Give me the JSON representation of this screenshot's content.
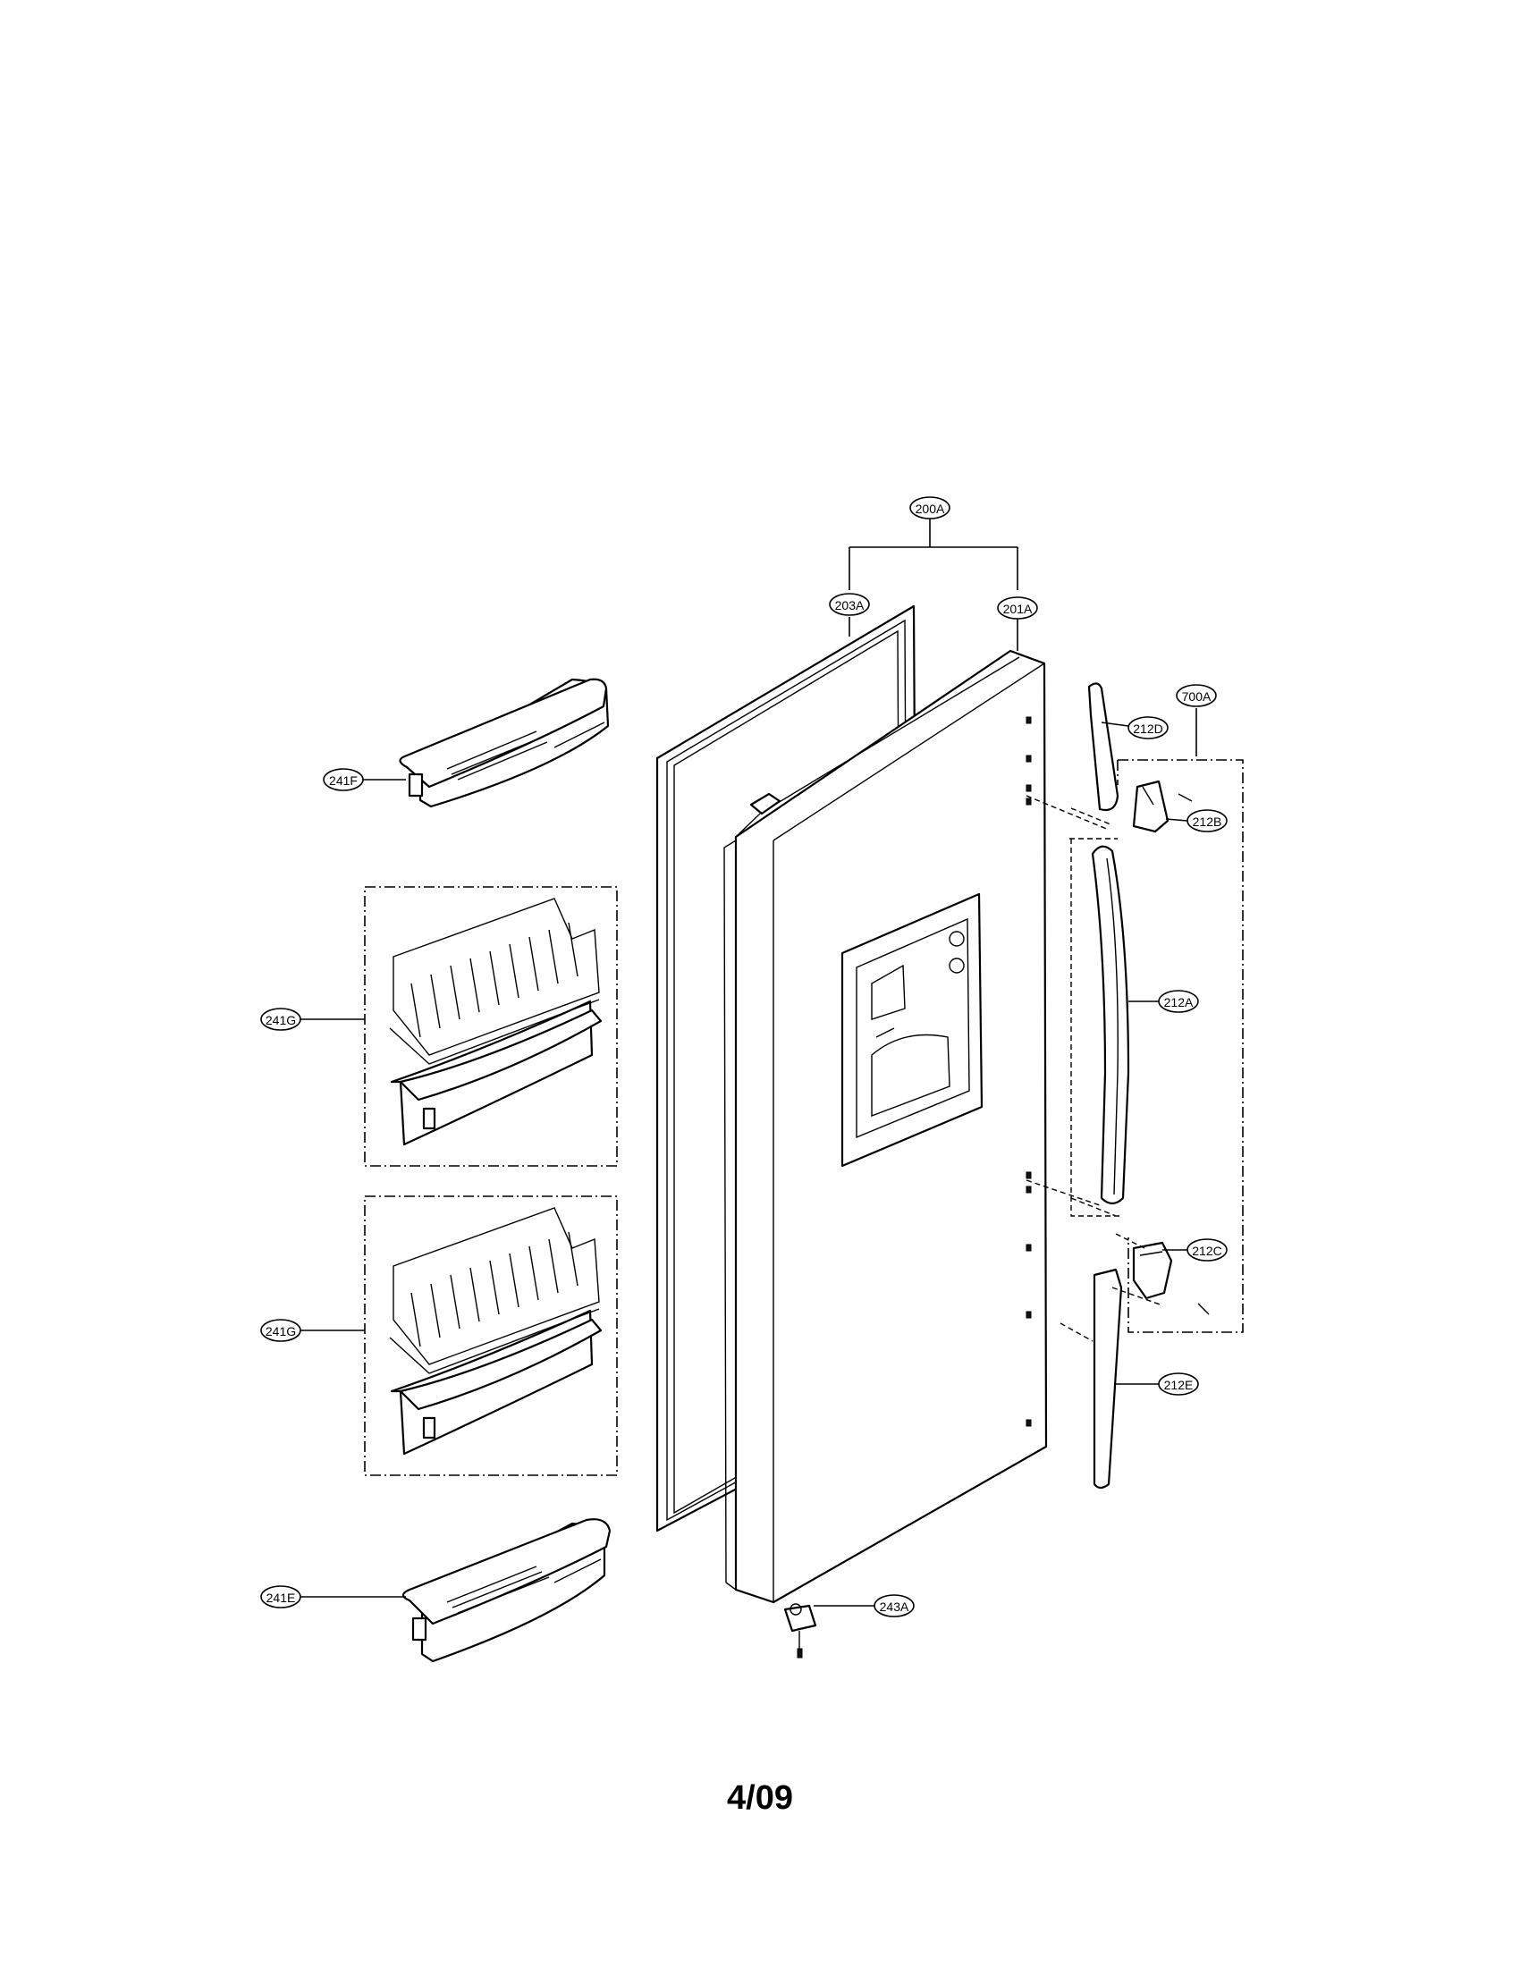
{
  "callouts": [
    {
      "id": "200A",
      "label": "200A"
    },
    {
      "id": "203A",
      "label": "203A"
    },
    {
      "id": "201A",
      "label": "201A"
    },
    {
      "id": "700A",
      "label": "700A"
    },
    {
      "id": "212D",
      "label": "212D"
    },
    {
      "id": "212B",
      "label": "212B"
    },
    {
      "id": "212A",
      "label": "212A"
    },
    {
      "id": "212C",
      "label": "212C"
    },
    {
      "id": "212E",
      "label": "212E"
    },
    {
      "id": "241F",
      "label": "241F"
    },
    {
      "id": "241G_upper",
      "label": "241G"
    },
    {
      "id": "241G_lower",
      "label": "241G"
    },
    {
      "id": "241E",
      "label": "241E"
    },
    {
      "id": "243A",
      "label": "243A"
    }
  ],
  "footer": {
    "page_number": "4/09"
  }
}
